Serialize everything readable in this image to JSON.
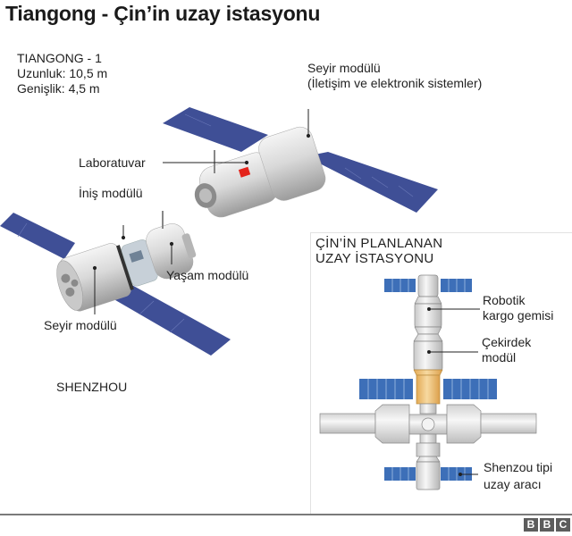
{
  "title": "Tiangong - Çin’in uzay istasyonu",
  "specs": {
    "name": "TIANGONG - 1",
    "length": "Uzunluk: 10,5 m",
    "width": "Genişlik: 4,5 m"
  },
  "tiangong_labels": {
    "propulsion_module_line1": "Seyir modülü",
    "propulsion_module_line2": "(İletişim ve elektronik sistemler)",
    "laboratory": "Laboratuvar"
  },
  "shenzhou_labels": {
    "reentry_module": "İniş modülü",
    "orbital_module": "Yaşam modülü",
    "service_module": "Seyir modülü",
    "craft_name": "SHENZHOU"
  },
  "planned_station": {
    "title_line1": "ÇİN’İN PLANLANAN",
    "title_line2": "UZAY İSTASYONU",
    "cargo_line1": "Robotik",
    "cargo_line2": "kargo gemisi",
    "core_line1": "Çekirdek",
    "core_line2": "modül",
    "shenzhou_line1": "Shenzou tipi",
    "shenzhou_line2": "uzay aracı"
  },
  "colors": {
    "solar_panel": "#3f4f96",
    "solar_panel_inset": "#3d6fb8",
    "module_highlight": "#f0c57a",
    "flag_red": "#e3231b",
    "rule": "#7a7a7a"
  },
  "logo": [
    "B",
    "B",
    "C"
  ]
}
